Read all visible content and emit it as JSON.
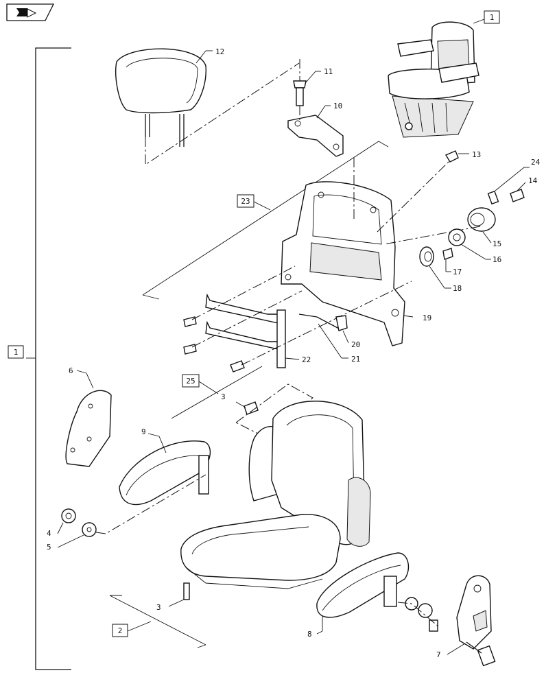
{
  "nav_icon": "forward-arrow-icon",
  "boxed_labels": {
    "b1_top": "1",
    "b1_left": "1",
    "b23": "23",
    "b25": "25",
    "b2": "2"
  },
  "callouts": {
    "c12": "12",
    "c11": "11",
    "c10": "10",
    "c13": "13",
    "c24": "24",
    "c14": "14",
    "c15": "15",
    "c16": "16",
    "c17": "17",
    "c18": "18",
    "c19": "19",
    "c20": "20",
    "c21": "21",
    "c22": "22",
    "c6": "6",
    "c3a": "3",
    "c9": "9",
    "c4": "4",
    "c5": "5",
    "c3b": "3",
    "c8": "8",
    "c7": "7"
  }
}
